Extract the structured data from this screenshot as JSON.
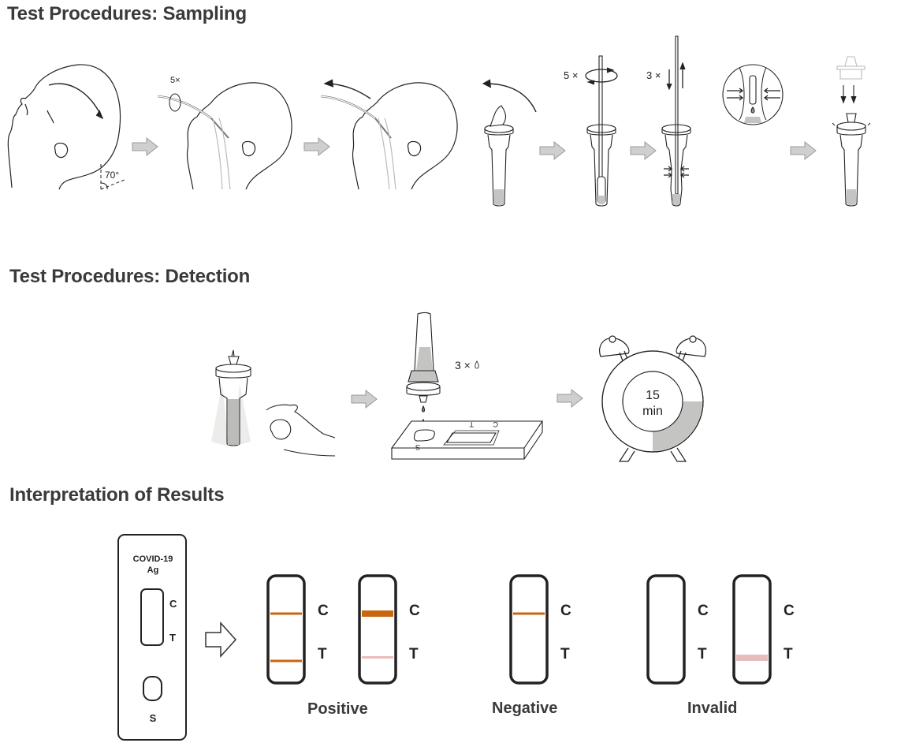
{
  "sections": {
    "sampling": {
      "title": "Test Procedures: Sampling",
      "steps": [
        {
          "id": "tilt-head",
          "annotation": "70°"
        },
        {
          "id": "insert-rotate-swab",
          "annotation": "5×"
        },
        {
          "id": "withdraw-swab",
          "annotation": ""
        },
        {
          "id": "open-tube",
          "annotation": ""
        },
        {
          "id": "rotate-swab-in-tube",
          "annotation": "5 ×"
        },
        {
          "id": "squeeze-tube",
          "annotation": "3 ×"
        },
        {
          "id": "cap-tube",
          "annotation": ""
        }
      ]
    },
    "detection": {
      "title": "Test Procedures: Detection",
      "steps": [
        {
          "id": "flick-tube",
          "annotation": ""
        },
        {
          "id": "add-drops",
          "annotation": "3 ×",
          "cassette_letters": [
            "S",
            "T",
            "C"
          ]
        },
        {
          "id": "wait-timer",
          "timer_value": "15",
          "timer_unit": "min",
          "elapsed_fraction": 0.25
        }
      ]
    },
    "interpretation": {
      "title": "Interpretation of Results",
      "cassette": {
        "line1": "COVID-19",
        "line2": "Ag",
        "c_label": "C",
        "t_label": "T",
        "s_label": "S"
      },
      "marker_c": "C",
      "marker_t": "T",
      "groups": [
        {
          "label": "Positive",
          "strips": [
            {
              "c_line": "strong",
              "t_line": "strong"
            },
            {
              "c_line": "heavy",
              "t_line": "faint"
            }
          ]
        },
        {
          "label": "Negative",
          "strips": [
            {
              "c_line": "strong",
              "t_line": "none"
            }
          ]
        },
        {
          "label": "Invalid",
          "strips": [
            {
              "c_line": "none",
              "t_line": "none"
            },
            {
              "c_line": "none",
              "t_line": "faint-thick"
            }
          ]
        }
      ]
    }
  },
  "colors": {
    "heading": "#3a3a3a",
    "line_strong": "#c8670f",
    "line_faint": "#e8bcbc",
    "gray_fill": "#c4c4c2",
    "arrow_fill": "#cfcfcd"
  }
}
